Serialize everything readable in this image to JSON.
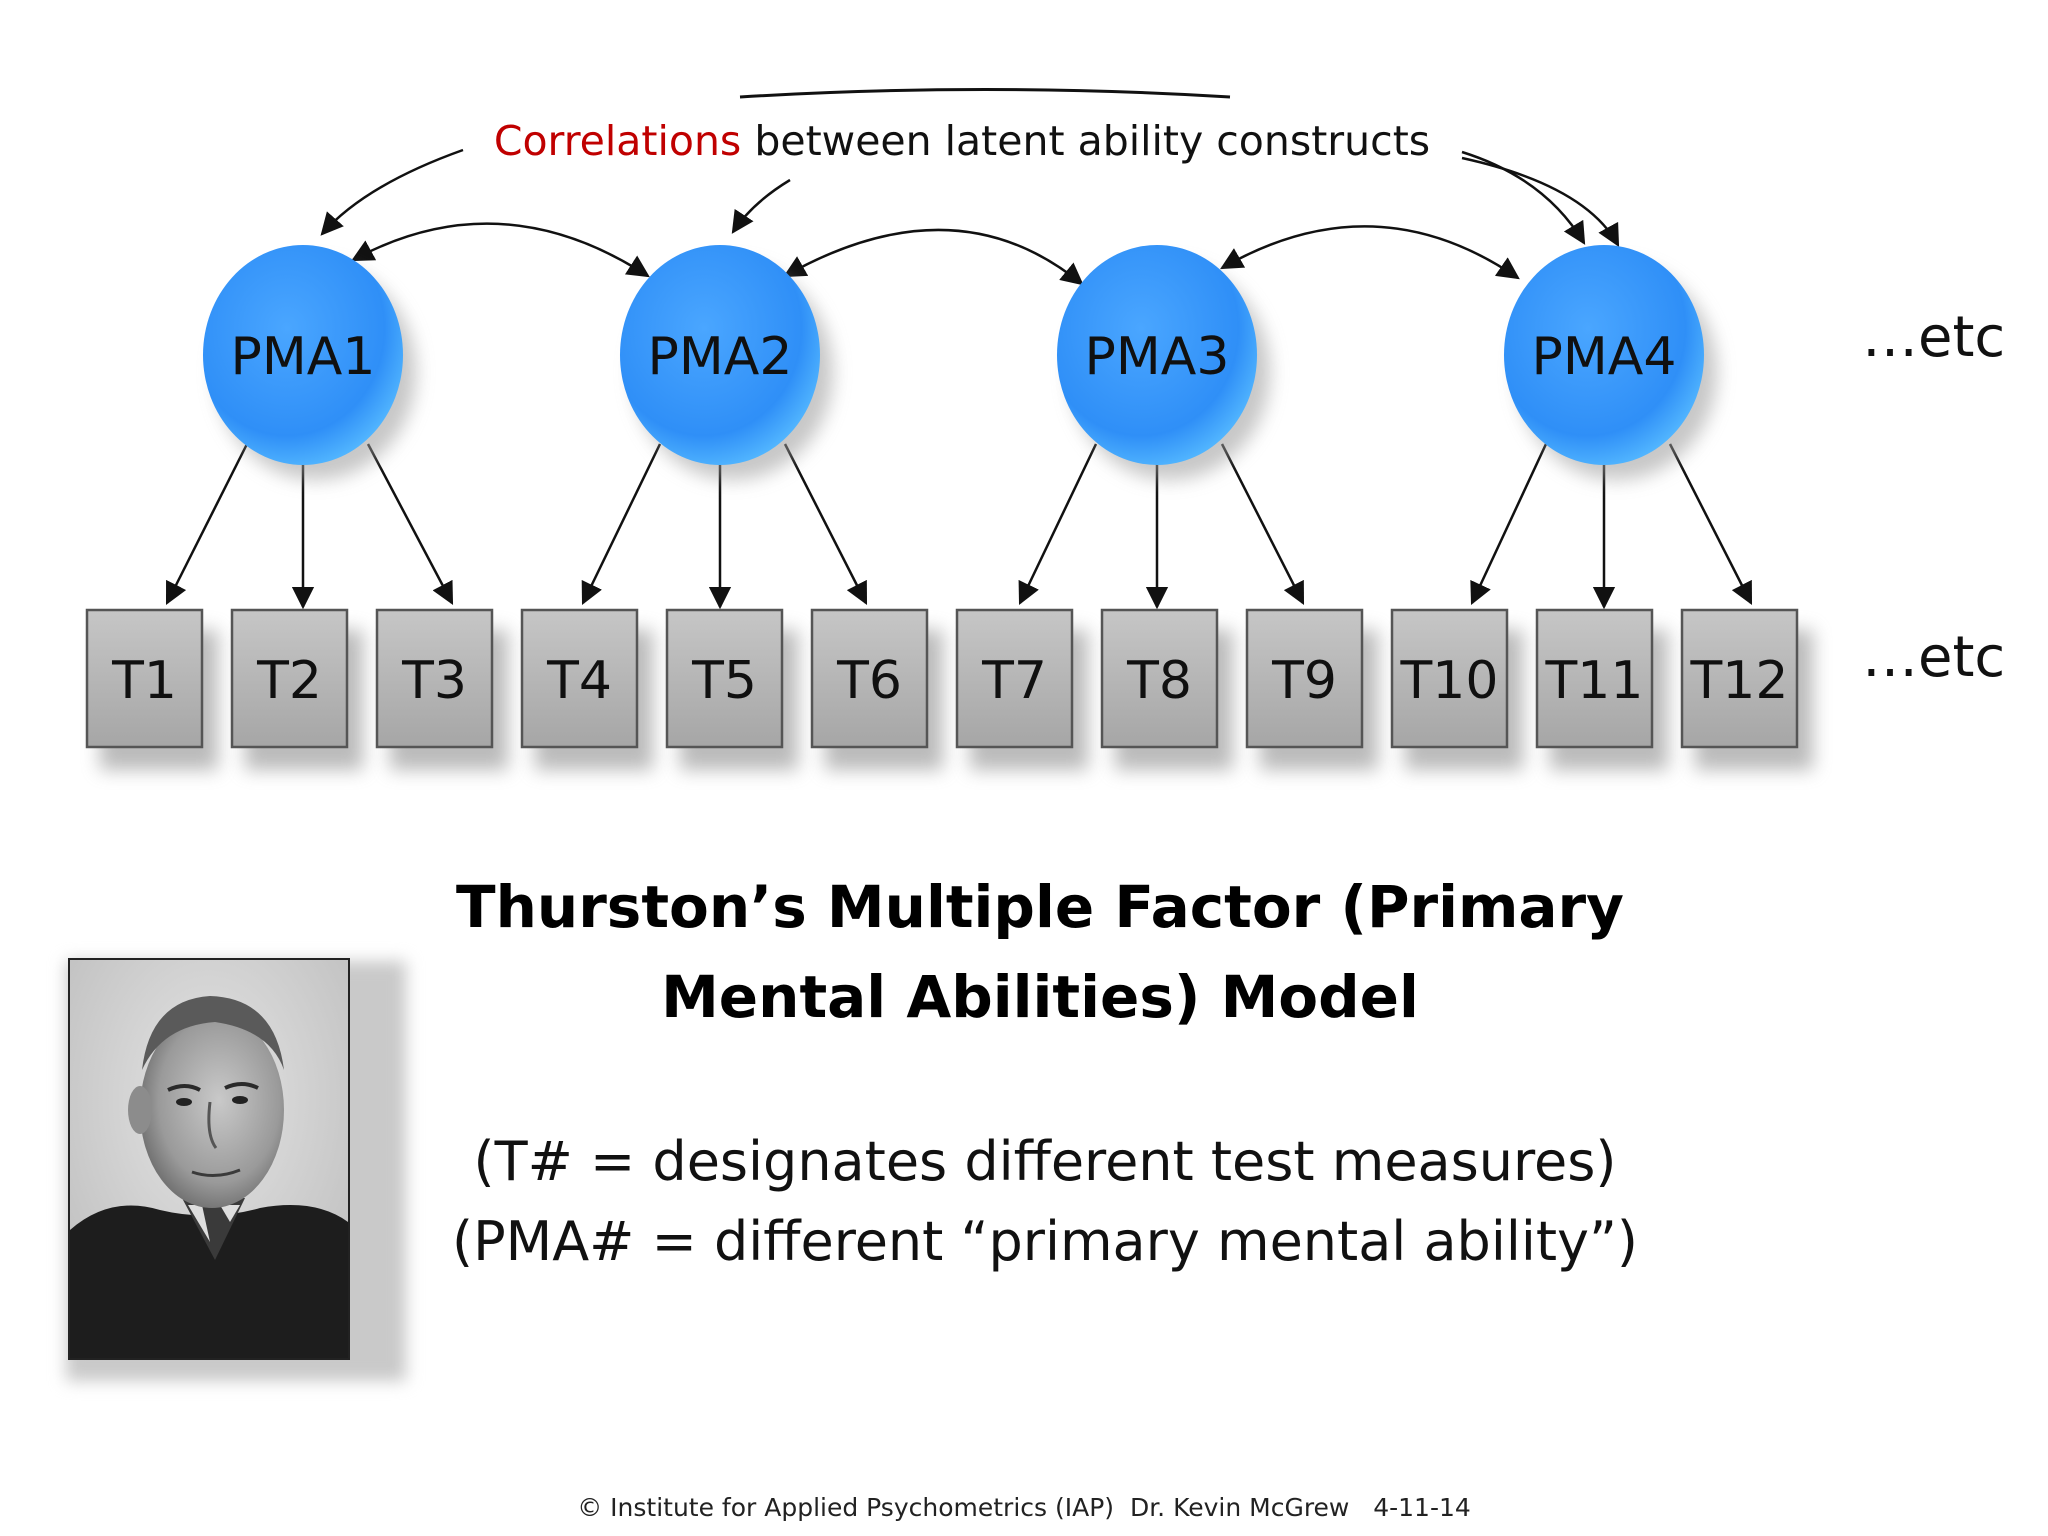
{
  "correlation_note": {
    "highlight": "Correlations",
    "rest": " between latent ability constructs",
    "highlight_color": "#c00000"
  },
  "factors": [
    "PMA1",
    "PMA2",
    "PMA3",
    "PMA4"
  ],
  "tests": [
    "T1",
    "T2",
    "T3",
    "T4",
    "T5",
    "T6",
    "T7",
    "T8",
    "T9",
    "T10",
    "T11",
    "T12"
  ],
  "etc_factors": "…etc",
  "etc_tests": "…etc",
  "title": {
    "line1": "Thurston’s Multiple Factor (Primary",
    "line2": "Mental Abilities) Model"
  },
  "legend": {
    "line1": "(T# = designates different test measures)",
    "line2": "(PMA# = different “primary mental ability”)"
  },
  "footer": "© Institute for Applied Psychometrics (IAP)  Dr. Kevin McGrew   4-11-14",
  "colors": {
    "factor_fill": "#3d9bff",
    "test_fill": "#b3b3b3",
    "arrow": "#111111"
  },
  "icons": {
    "portrait": "portrait-photo-of-thurstone"
  }
}
